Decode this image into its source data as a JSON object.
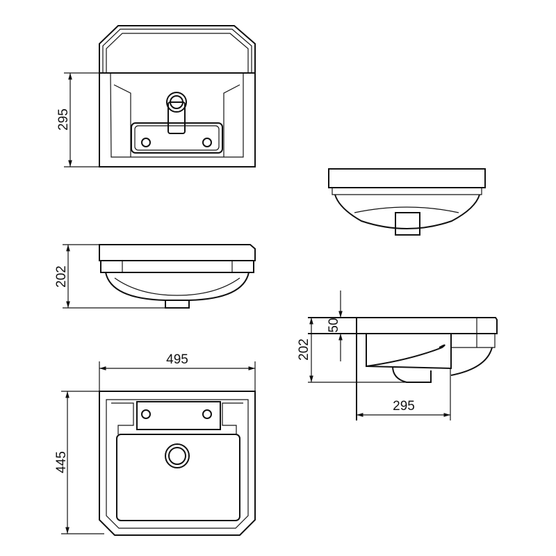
{
  "views": {
    "top_view": {
      "depth_label": "295"
    },
    "front_view": {
      "height_label": "202"
    },
    "plan_view": {
      "width_label": "495",
      "length_label": "445"
    },
    "rear_view": {},
    "side_view": {
      "rim_label": "50",
      "height_label": "202",
      "depth_label": "295"
    }
  },
  "line_color": "#111111"
}
